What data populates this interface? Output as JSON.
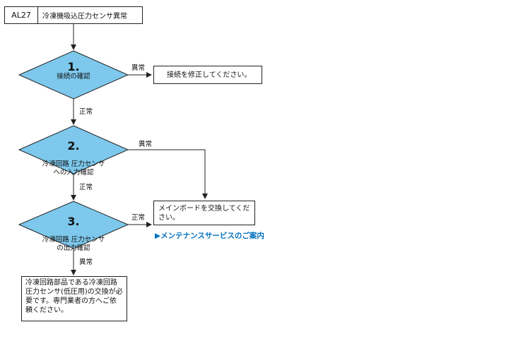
{
  "header": {
    "code": "AL27",
    "title": "冷凍機吸込圧力センサ異常"
  },
  "steps": [
    {
      "number": "1.",
      "text": "接続の確認"
    },
    {
      "number": "2.",
      "text": "冷凍回路 圧力センサ\nへの入力確認"
    },
    {
      "number": "3.",
      "text": "冷凍回路 圧力センサ\nの出力確認"
    }
  ],
  "edge_labels": {
    "step1_abnormal": "異常",
    "step1_normal": "正常",
    "step2_abnormal": "異常",
    "step2_normal": "正常",
    "step3_normal": "正常",
    "step3_abnormal": "異常"
  },
  "results": {
    "fix_connection": "接続を修正してください。",
    "replace_main_board": "メインボードを交換してください。",
    "replace_circuit_parts": "冷凍回路部品である冷凍回路圧力センサ(低圧用)の交換が必要です。専門業者の方へご依頼ください。"
  },
  "link": {
    "label": "▶メンテナンスサービスのご案内"
  },
  "colors": {
    "diamond_fill": "#7dc8ec",
    "link": "#0070c0",
    "line": "#222222"
  }
}
